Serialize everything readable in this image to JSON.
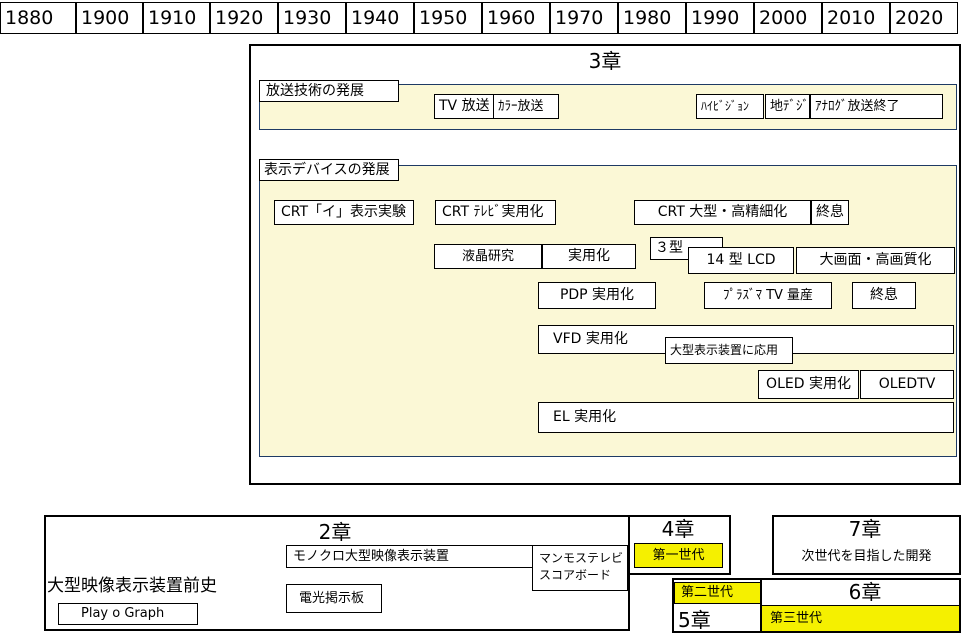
{
  "timeline": [
    "1880",
    "1900",
    "1910",
    "1920",
    "1930",
    "1940",
    "1950",
    "1960",
    "1970",
    "1980",
    "1990",
    "2000",
    "2010",
    "2020"
  ],
  "chapter3": {
    "title": "3章",
    "broadcast": {
      "heading": "放送技術の発展",
      "items": [
        "TV 放送",
        "ｶﾗｰ放送",
        "ﾊｲﾋﾞｼﾞｮﾝ",
        "地ﾃﾞｼﾞ",
        "ｱﾅﾛｸﾞ放送終了"
      ]
    },
    "display": {
      "heading": "表示デバイスの発展",
      "crt_experiment": "CRT「イ」表示実験",
      "crt_tv": "CRT ﾃﾚﾋﾞ実用化",
      "crt_large": "CRT 大型・高精細化",
      "crt_end": "終息",
      "lcd_research": "液晶研究",
      "lcd_practical": "実用化",
      "lcd_3inch": "３型",
      "lcd_14inch": "14 型 LCD",
      "lcd_large": "大画面・高画質化",
      "pdp_practical": "PDP 実用化",
      "pdp_tv": "ﾌﾟﾗｽﾞﾏ TV 量産",
      "pdp_end": "終息",
      "vfd_practical": "VFD 実用化",
      "vfd_large": "大型表示装置に応用",
      "oled_practical": "OLED 実用化",
      "oledtv": "OLEDTV",
      "el_practical": "EL 実用化"
    }
  },
  "chapter2": {
    "title": "2章",
    "prehistory": "大型映像表示装置前史",
    "playograph": "Play o Graph",
    "mono": "モノクロ大型映像表示装置",
    "mammoth_line1": "マンモステレビ",
    "mammoth_line2": "スコアボード",
    "electric_board": "電光掲示板"
  },
  "chapter4": {
    "title": "4章",
    "gen1": "第一世代"
  },
  "chapter5": {
    "title": "5章",
    "gen2": "第二世代"
  },
  "chapter6": {
    "title": "6章",
    "gen3": "第三世代"
  },
  "chapter7": {
    "title": "7章",
    "next_gen": "次世代を目指した開発"
  },
  "colors": {
    "cream": "#fbf8d6",
    "yellow": "#f5f000",
    "navy_border": "#1e3a64"
  }
}
